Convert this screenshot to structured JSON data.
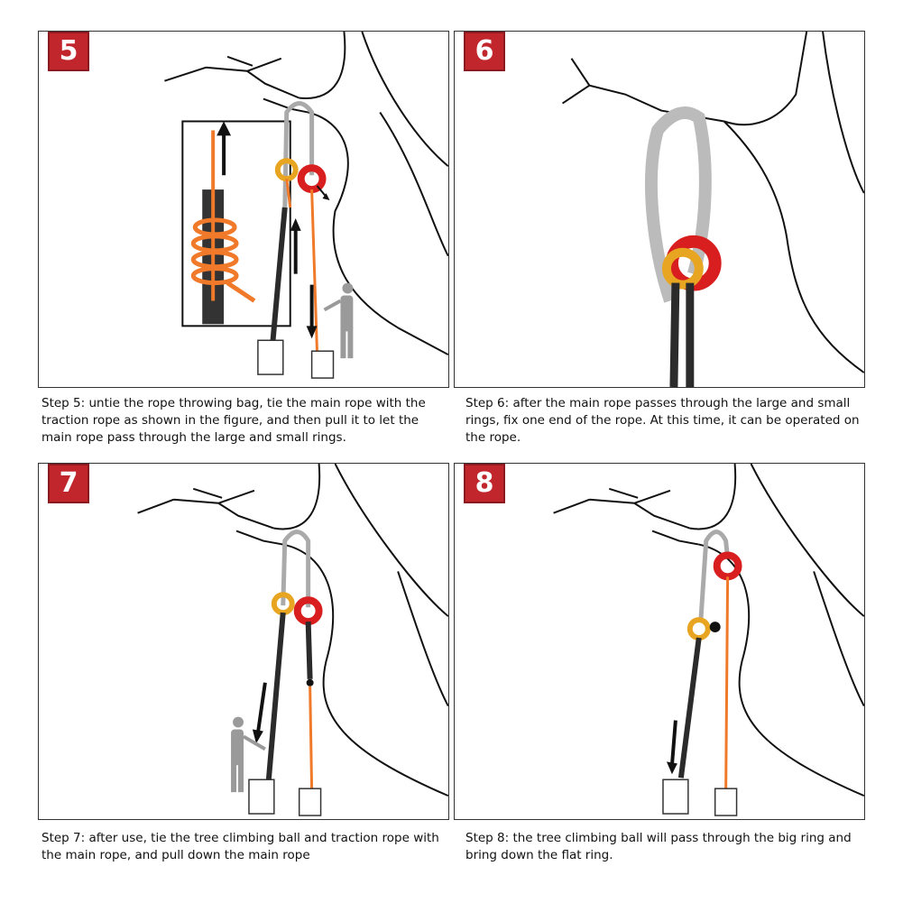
{
  "colors": {
    "badge": "#c0262c",
    "orange": "#f07a2a",
    "gold": "#e8a521",
    "red": "#d81e1e",
    "rope_dark": "#2b2b2b",
    "person": "#9a9a9a",
    "sling": "#cfcfcf"
  },
  "steps": [
    {
      "number": "5",
      "caption": "Step 5: untie the rope throwing bag, tie the main rope with the traction rope as shown in the figure, and then pull it to let the main rope pass through the large and small rings."
    },
    {
      "number": "6",
      "caption": "Step 6: after the main rope passes through the large and small rings, fix one end of the rope. At this time, it can be operated on the rope."
    },
    {
      "number": "7",
      "caption": "Step 7: after use, tie the tree climbing ball and traction rope with the main rope, and pull down the main rope"
    },
    {
      "number": "8",
      "caption": "Step 8: the tree climbing ball will pass through the big ring and bring down the flat ring."
    }
  ]
}
